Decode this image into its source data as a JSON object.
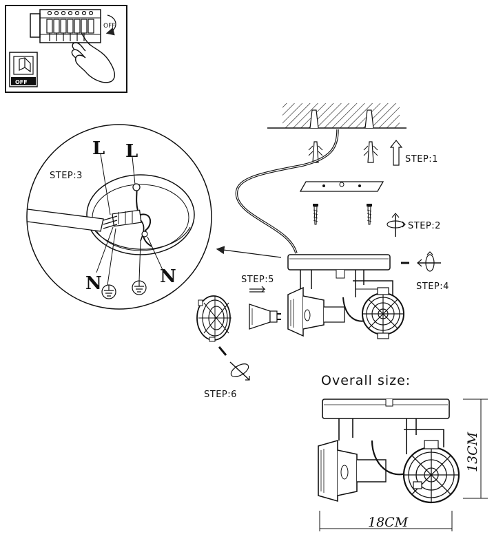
{
  "power_panel": {
    "off_label": "OFF",
    "switch_label": "OFF"
  },
  "steps": {
    "step1": "STEP:1",
    "step2": "STEP:2",
    "step3": "STEP:3",
    "step4": "STEP:4",
    "step5": "STEP:5",
    "step6": "STEP:6"
  },
  "wiring": {
    "live_left": "L",
    "live_right": "L",
    "neutral_left": "N",
    "neutral_right": "N"
  },
  "overall_size": {
    "title": "Overall size:",
    "width": "18CM",
    "height": "13CM"
  }
}
